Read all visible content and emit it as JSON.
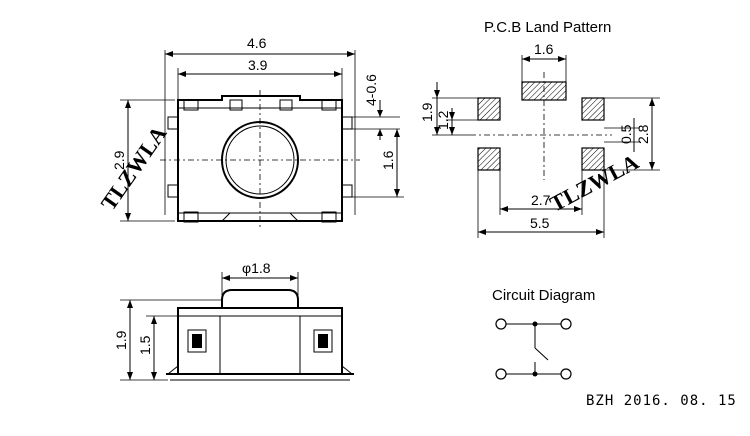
{
  "top_view": {
    "dim_width_outer": "4.6",
    "dim_width_inner": "3.9",
    "dim_height": "2.9",
    "dim_pin_pitch": "4-0.6",
    "dim_pin_span": "1.6"
  },
  "land_pattern": {
    "title": "P.C.B Land Pattern",
    "dim_pad_width": "1.6",
    "dim_height_outer": "1.9",
    "dim_height_inner": "1.2",
    "dim_pad_small": "0.5",
    "dim_height_right": "2.8",
    "dim_pitch_bottom": "2.7",
    "dim_total_width": "5.5"
  },
  "side_view": {
    "dim_button": "φ1.8",
    "dim_height_outer": "1.9",
    "dim_height_inner": "1.5"
  },
  "circuit": {
    "title": "Circuit Diagram"
  },
  "stamp": "BZH 2016. 08. 15",
  "watermark": "TLZWLA"
}
